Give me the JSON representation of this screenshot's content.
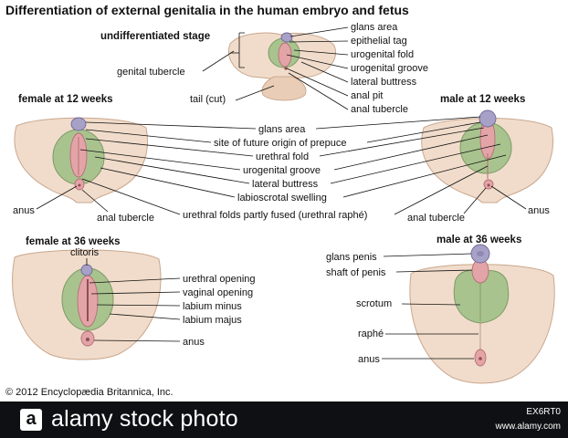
{
  "title": "Differentiation of external genitalia in the human embryo and fetus",
  "sections": {
    "undifferentiated": "undifferentiated stage",
    "female12": "female at 12 weeks",
    "male12": "male at 12 weeks",
    "female36": "female at 36 weeks",
    "male36": "male at 36 weeks"
  },
  "labels_undiff": {
    "genital_tubercle": "genital tubercle",
    "tail": "tail (cut)",
    "glans_area": "glans area",
    "epithelial_tag": "epithelial tag",
    "urogenital_fold": "urogenital fold",
    "urogenital_groove": "urogenital groove",
    "lateral_buttress": "lateral buttress",
    "anal_pit": "anal pit",
    "anal_tubercle": "anal tubercle"
  },
  "labels_12": {
    "glans_area": "glans area",
    "prepuce": "site of future origin of prepuce",
    "urethral_fold": "urethral fold",
    "urogenital_groove": "urogenital groove",
    "lateral_buttress": "lateral buttress",
    "labioscrotal": "labioscrotal swelling",
    "urethral_folds_fused": "urethral folds partly fused (urethral raphé)",
    "anus_f": "anus",
    "anal_tubercle_f": "anal tubercle",
    "anal_tubercle_m": "anal tubercle",
    "anus_m": "anus"
  },
  "labels_female36": {
    "clitoris": "clitoris",
    "urethral_opening": "urethral opening",
    "vaginal_opening": "vaginal opening",
    "labium_minus": "labium minus",
    "labium_majus": "labium majus",
    "anus": "anus"
  },
  "labels_male36": {
    "glans_penis": "glans penis",
    "shaft": "shaft of penis",
    "scrotum": "scrotum",
    "raphe": "raphé",
    "anus": "anus"
  },
  "copyright": "© 2012 Encyclopædia Britannica, Inc.",
  "footer": {
    "logo_letter": "a",
    "brand": "alamy stock photo",
    "image_id": "EX6RT0",
    "url": "www.alamy.com"
  },
  "colors": {
    "skin": "#f1dccb",
    "fold_green": "#a9c38e",
    "groove_pink": "#e3a4a8",
    "glans_purple": "#a7a1c7",
    "footer_bg": "#0f1013"
  },
  "icons": [
    "alamy-logo-icon"
  ]
}
